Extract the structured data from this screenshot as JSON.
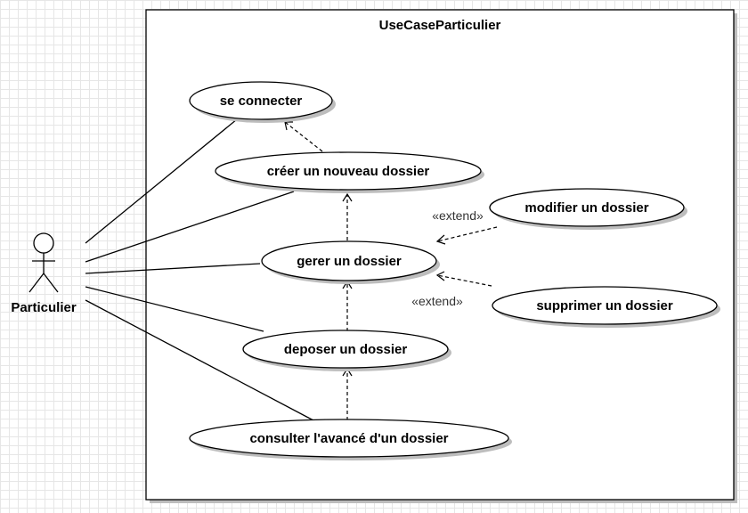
{
  "system": {
    "title": "UseCaseParticulier"
  },
  "actor": {
    "name": "Particulier"
  },
  "use_cases": {
    "se_connecter": "se connecter",
    "creer_dossier": "créer un nouveau dossier",
    "modifier_dossier": "modifier un dossier",
    "gerer_dossier": "gerer un dossier",
    "supprimer_dossier": "supprimer un dossier",
    "deposer_dossier": "deposer un dossier",
    "consulter_avance": "consulter l'avancé d'un dossier"
  },
  "relations": {
    "extend_modifier": "«extend»",
    "extend_supprimer": "«extend»"
  }
}
